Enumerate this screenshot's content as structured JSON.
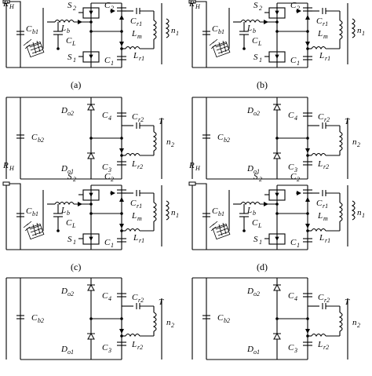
{
  "colors": {
    "wire": "#000000",
    "arrow": "#000000",
    "background": "#ffffff"
  },
  "panels": [
    {
      "caption": "(a)",
      "labels": {
        "load_resistor": "R",
        "load_resistor_sub": "H",
        "cap_b1": "C",
        "cap_b1_sub": "b1",
        "switch_top": "S",
        "switch_top_sub": "2",
        "inductor_b": "L",
        "inductor_b_sub": "b",
        "cap_top": "C",
        "cap_top_sub": "2",
        "cap_res": "C",
        "cap_res_sub": "r1",
        "cap_L": "C",
        "cap_L_sub": "L",
        "ind_m": "L",
        "ind_m_sub": "m",
        "turns": "n",
        "turns_sub": "1",
        "switch_bot": "S",
        "switch_bot_sub": "1",
        "ind_r": "L",
        "ind_r_sub": "r1",
        "cap_bot": "C",
        "cap_bot_sub": "1"
      }
    },
    {
      "caption": "(b)",
      "labels": {
        "load_resistor": "R",
        "load_resistor_sub": "H",
        "cap_b1": "C",
        "cap_b1_sub": "b1",
        "switch_top": "S",
        "switch_top_sub": "2",
        "inductor_b": "L",
        "inductor_b_sub": "b",
        "cap_top": "C",
        "cap_top_sub": "2",
        "cap_res": "C",
        "cap_res_sub": "r1",
        "cap_L": "C",
        "cap_L_sub": "L",
        "ind_m": "L",
        "ind_m_sub": "m",
        "turns": "n",
        "turns_sub": "1",
        "switch_bot": "S",
        "switch_bot_sub": "1",
        "ind_r": "L",
        "ind_r_sub": "r1",
        "cap_bot": "C",
        "cap_bot_sub": "1"
      }
    },
    {
      "caption": "(c)",
      "labels": {
        "diode_o2": "D",
        "diode_o2_sub": "o2",
        "cap_4": "C",
        "cap_4_sub": "4",
        "cap_r2": "C",
        "cap_r2_sub": "r2",
        "transformer": "T",
        "cap_b2": "C",
        "cap_b2_sub": "b2",
        "turns_2": "n",
        "turns_2_sub": "2",
        "diode_o1": "D",
        "diode_o1_sub": "o1",
        "cap_3": "C",
        "cap_3_sub": "3",
        "ind_r2": "L",
        "ind_r2_sub": "r2",
        "load_resistor": "R",
        "load_resistor_sub": "H",
        "switch_top": "S",
        "switch_top_sub": "2",
        "cap_top": "C",
        "cap_top_sub": "2",
        "cap_b1": "C",
        "cap_b1_sub": "b1",
        "inductor_b": "L",
        "inductor_b_sub": "b",
        "cap_res": "C",
        "cap_res_sub": "r1",
        "ind_m": "L",
        "ind_m_sub": "m",
        "turns": "n",
        "turns_sub": "1",
        "cap_L": "C",
        "cap_L_sub": "L",
        "switch_bot": "S",
        "switch_bot_sub": "1",
        "ind_r": "L",
        "ind_r_sub": "r1",
        "cap_bot": "C",
        "cap_bot_sub": "1"
      }
    },
    {
      "caption": "(d)",
      "labels": {
        "diode_o2": "D",
        "diode_o2_sub": "o2",
        "cap_4": "C",
        "cap_4_sub": "4",
        "cap_r2": "C",
        "cap_r2_sub": "r2",
        "transformer": "T",
        "cap_b2": "C",
        "cap_b2_sub": "b2",
        "turns_2": "n",
        "turns_2_sub": "2",
        "diode_o1": "D",
        "diode_o1_sub": "o1",
        "cap_3": "C",
        "cap_3_sub": "3",
        "ind_r2": "L",
        "ind_r2_sub": "r2",
        "load_resistor": "R",
        "load_resistor_sub": "H",
        "switch_top": "S",
        "switch_top_sub": "2",
        "cap_top": "C",
        "cap_top_sub": "2",
        "cap_b1": "C",
        "cap_b1_sub": "b1",
        "inductor_b": "L",
        "inductor_b_sub": "b",
        "cap_res": "C",
        "cap_res_sub": "r1",
        "ind_m": "L",
        "ind_m_sub": "m",
        "turns": "n",
        "turns_sub": "1",
        "cap_L": "C",
        "cap_L_sub": "L",
        "switch_bot": "S",
        "switch_bot_sub": "1",
        "ind_r": "L",
        "ind_r_sub": "r1",
        "cap_bot": "C",
        "cap_bot_sub": "1"
      }
    },
    {
      "caption": "",
      "labels": {
        "diode_o2": "D",
        "diode_o2_sub": "o2",
        "cap_4": "C",
        "cap_4_sub": "4",
        "cap_r2": "C",
        "cap_r2_sub": "r2",
        "transformer": "T",
        "cap_b2": "C",
        "cap_b2_sub": "b2",
        "turns_2": "n",
        "turns_2_sub": "2",
        "diode_o1": "D",
        "diode_o1_sub": "o1",
        "cap_3": "C",
        "cap_3_sub": "3",
        "ind_r2": "L",
        "ind_r2_sub": "r2"
      }
    },
    {
      "caption": "",
      "labels": {
        "diode_o2": "D",
        "diode_o2_sub": "o2",
        "cap_4": "C",
        "cap_4_sub": "4",
        "cap_r2": "C",
        "cap_r2_sub": "r2",
        "transformer": "T",
        "cap_b2": "C",
        "cap_b2_sub": "b2",
        "turns_2": "n",
        "turns_2_sub": "2",
        "diode_o1": "D",
        "diode_o1_sub": "o1",
        "cap_3": "C",
        "cap_3_sub": "3",
        "ind_r2": "L",
        "ind_r2_sub": "r2"
      }
    }
  ]
}
